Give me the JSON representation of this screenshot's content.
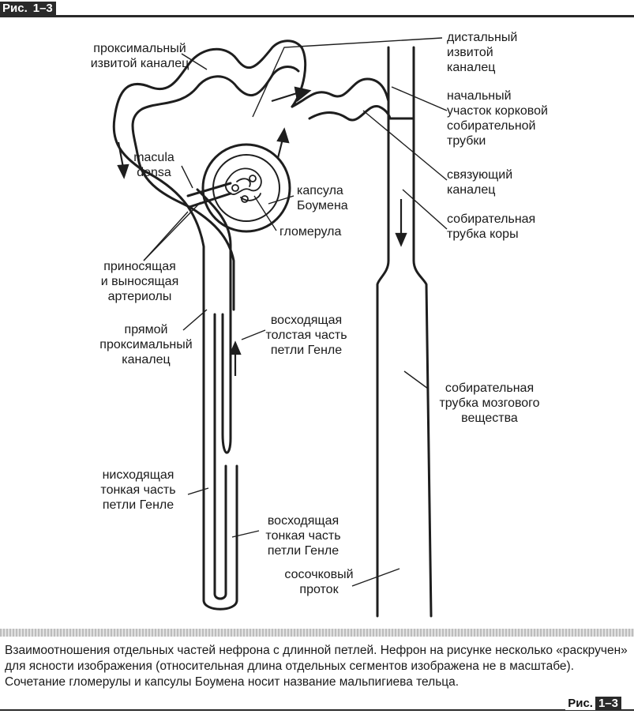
{
  "figure": {
    "ris_label": "Рис.",
    "number": "1–3"
  },
  "labels": {
    "proximal_convoluted": "проксимальный\nизвитой каналец",
    "distal_convoluted": "дистальный\nизвитой\nканалец",
    "initial_cortical_collecting": "начальный\nучасток корковой\nсобирательной\nтрубки",
    "macula_densa": "macula\ndensa",
    "connecting_tubule": "связующий\nканалец",
    "bowman_capsule": "капсула\nБоумена",
    "glomerulus": "гломерула",
    "cortical_collecting": "собирательная\nтрубка коры",
    "arterioles": "приносящая\nи выносящая\nартериолы",
    "straight_proximal": "прямой\nпроксимальный\nканалец",
    "thick_ascending": "восходящая\nтолстая часть\nпетли Генле",
    "medullary_collecting": "собирательная\nтрубка мозгового\nвещества",
    "thin_descending": "нисходящая\nтонкая часть\nпетли Генле",
    "thin_ascending": "восходящая\nтонкая часть\nпетли Генле",
    "papillary_duct": "сосочковый\nпроток"
  },
  "caption": "Взаимоотношения отдельных частей нефрона с длинной петлей. Нефрон на рисунке несколько «раскручен» для ясности изображения (относительная длина отдельных сегментов изображена не в масштабе). Сочетание гломерулы и капсулы Боумена носит название мальпигиева тельца."
}
